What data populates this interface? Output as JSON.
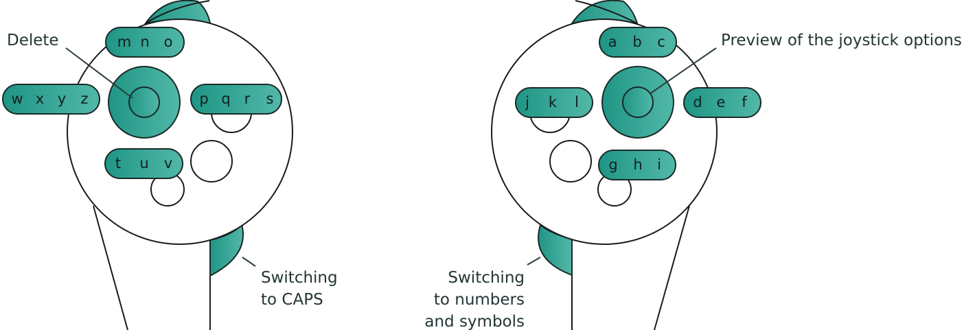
{
  "colors": {
    "teal_dark": "#1f9585",
    "teal_light": "#52b8a8",
    "outline": "#1a1a1a",
    "label_text": "#233535"
  },
  "left_controller": {
    "keys": [
      {
        "id": "mno",
        "letters": [
          "m",
          "n",
          "o"
        ]
      },
      {
        "id": "wxyz",
        "letters": [
          "w",
          "x",
          "y",
          "z"
        ]
      },
      {
        "id": "pqrs",
        "letters": [
          "p",
          "q",
          "r",
          "s"
        ]
      },
      {
        "id": "tuv",
        "letters": [
          "t",
          "u",
          "v"
        ]
      }
    ],
    "annotations": {
      "joystick": "Delete",
      "trigger_line1": "Switching",
      "trigger_line2": "to CAPS"
    }
  },
  "right_controller": {
    "keys": [
      {
        "id": "abc",
        "letters": [
          "a",
          "b",
          "c"
        ]
      },
      {
        "id": "jkl",
        "letters": [
          "j",
          "k",
          "l"
        ]
      },
      {
        "id": "def",
        "letters": [
          "d",
          "e",
          "f"
        ]
      },
      {
        "id": "ghi",
        "letters": [
          "g",
          "h",
          "i"
        ]
      }
    ],
    "annotations": {
      "joystick": "Preview of the joystick options",
      "trigger_line1": "Switching",
      "trigger_line2": "to numbers",
      "trigger_line3": "and symbols"
    }
  }
}
